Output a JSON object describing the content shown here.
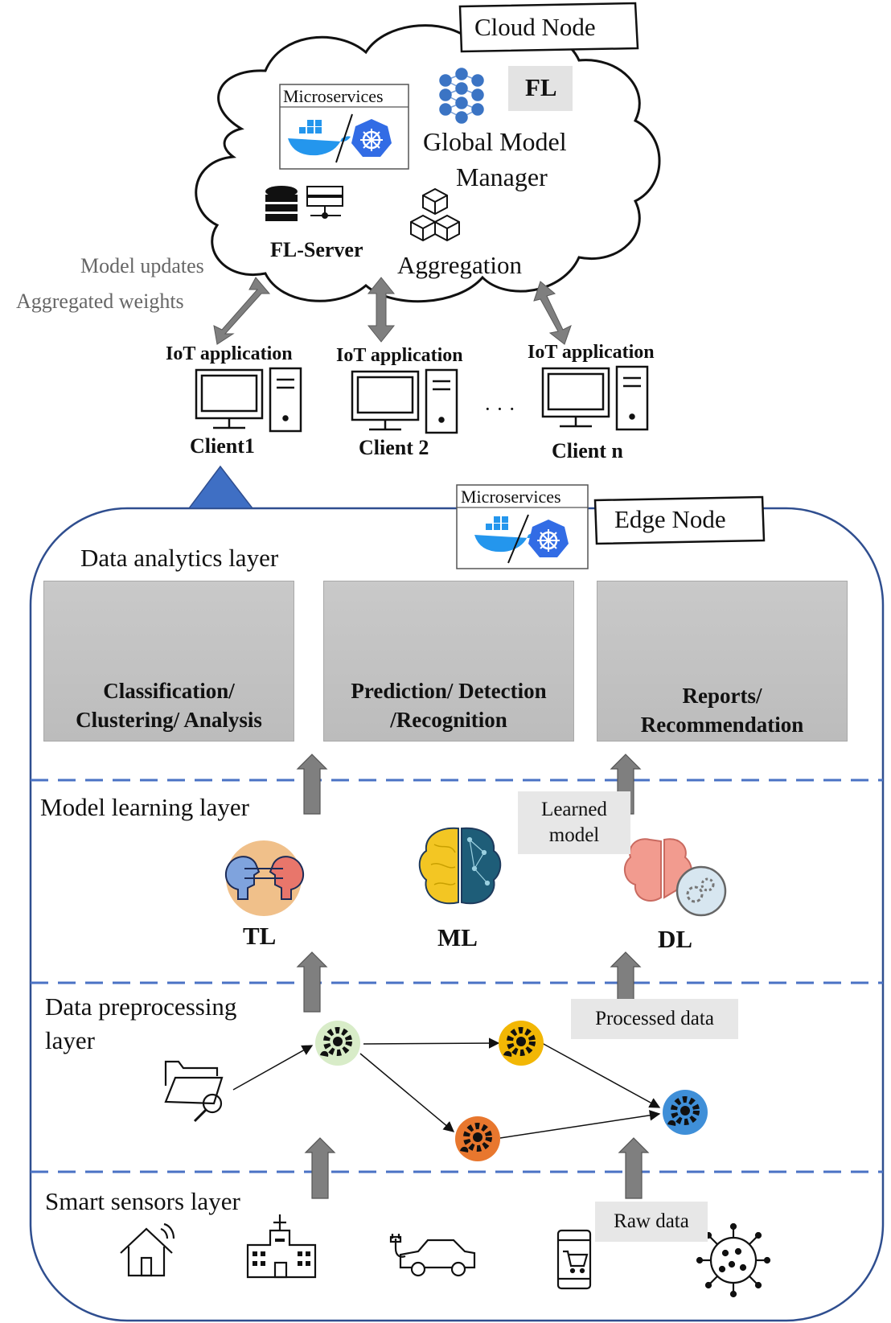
{
  "cloud": {
    "title": "Cloud Node",
    "microservices_label": "Microservices",
    "fl_badge": "FL",
    "global_model_manager": "Global Model Manager",
    "global_model_line1": "Global Model",
    "global_model_line2": "Manager",
    "fl_server": "FL-Server",
    "aggregation": "Aggregation"
  },
  "links": {
    "model_updates": "Model updates",
    "aggregated_weights": "Aggregated weights"
  },
  "clients": [
    {
      "app": "IoT application",
      "name": "Client1"
    },
    {
      "app": "IoT application",
      "name": "Client 2"
    },
    {
      "app": "IoT application",
      "name": "Client n"
    }
  ],
  "ellipsis": "· · ·",
  "edge": {
    "title": "Edge Node",
    "microservices_label": "Microservices"
  },
  "layers": {
    "analytics": {
      "title": "Data analytics layer",
      "panels": [
        {
          "line1": "Classification/",
          "line2": "Clustering/ Analysis"
        },
        {
          "line1": "Prediction/ Detection",
          "line2": "/Recognition"
        },
        {
          "line1": "Reports/",
          "line2": "Recommendation"
        }
      ]
    },
    "learning": {
      "title": "Model learning layer",
      "learned_model_line1": "Learned",
      "learned_model_line2": "model",
      "methods": [
        "TL",
        "ML",
        "DL"
      ]
    },
    "preprocessing": {
      "title_line1": "Data preprocessing",
      "title_line2": "layer",
      "processed_data": "Processed data"
    },
    "sensors": {
      "title": "Smart sensors layer",
      "raw_data": "Raw data",
      "icons": [
        "smart-home-icon",
        "hospital-icon",
        "electric-car-icon",
        "mobile-shopping-icon",
        "virus-icon"
      ]
    }
  },
  "colors": {
    "edge_border": "#2f4e8f",
    "dashed_line": "#4a72c4",
    "arrow_grey": "#7f7f7f",
    "triangle": "#3f6fc4",
    "docker_blue": "#2496ed",
    "kubernetes_blue": "#326ce5",
    "gear_green": "#d8ecc8",
    "gear_yellow": "#f2b705",
    "gear_orange": "#e8772e",
    "gear_blue": "#3f8fd8"
  }
}
